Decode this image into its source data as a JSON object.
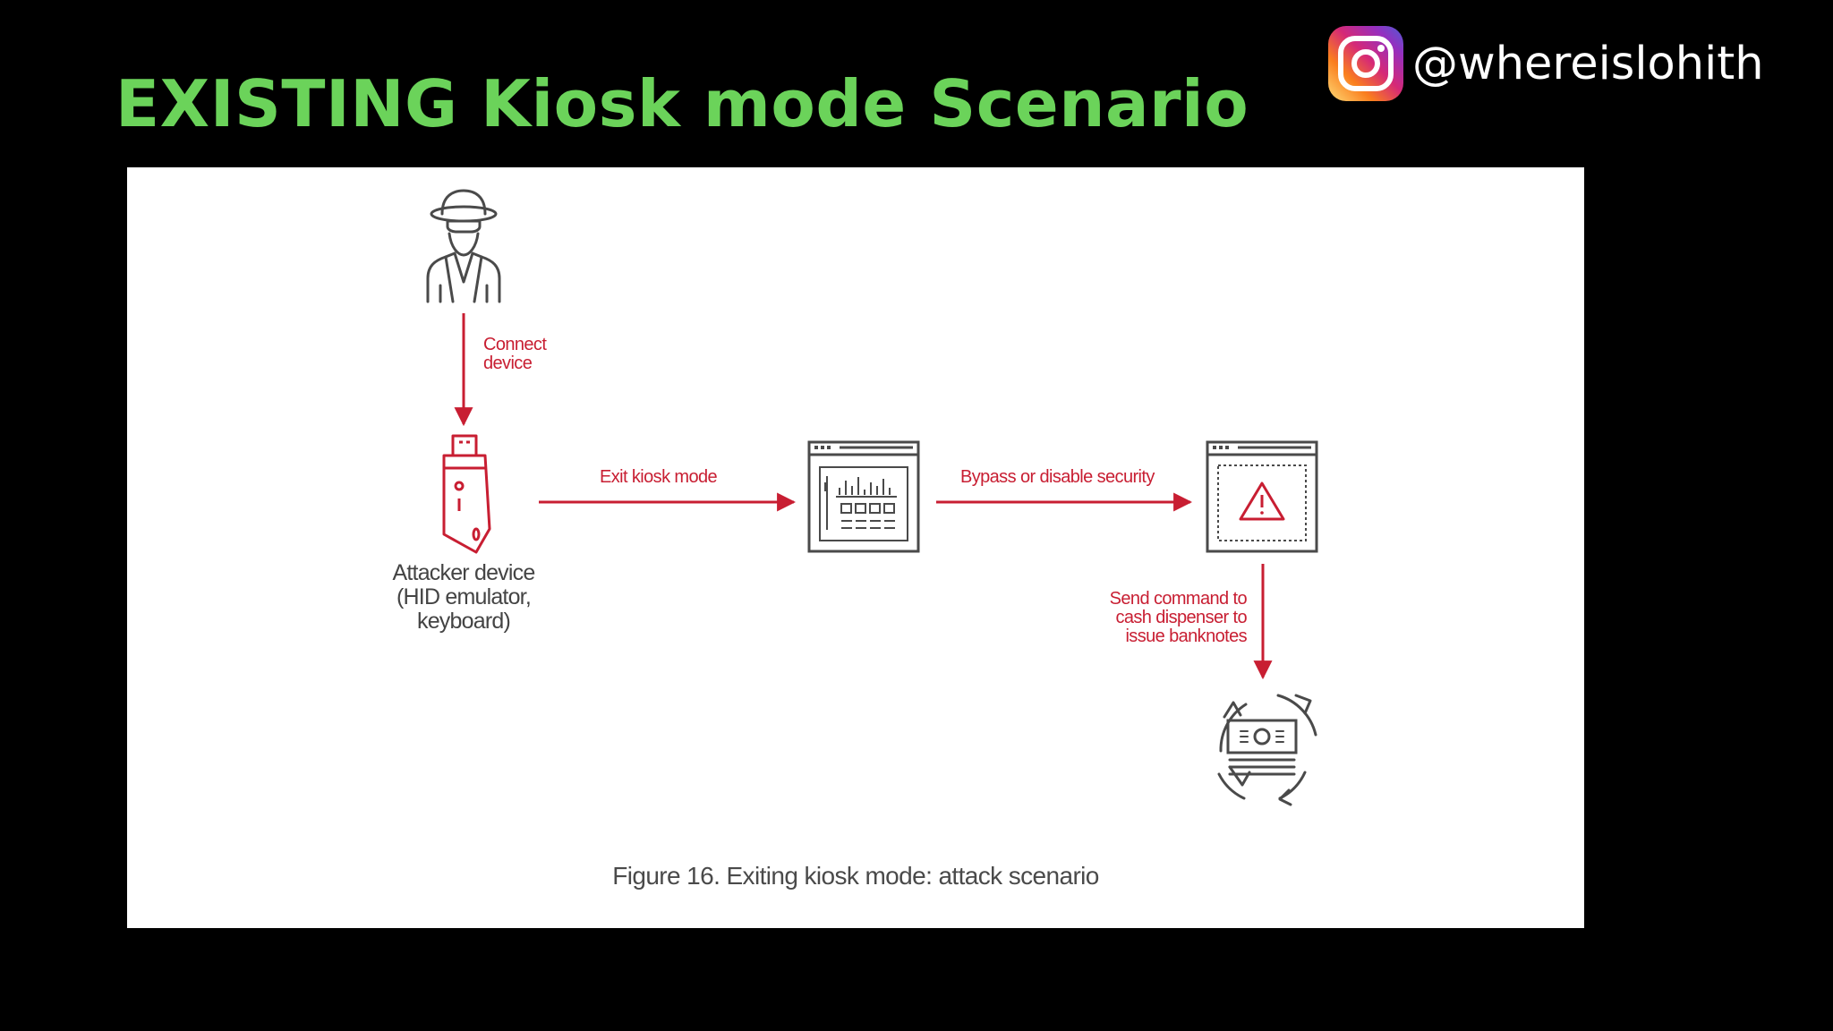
{
  "slide": {
    "title": "EXISTING Kiosk mode Scenario",
    "title_color": "#6bd35a",
    "background": "#000000"
  },
  "social": {
    "icon": "instagram-icon",
    "handle": "@whereislohith"
  },
  "diagram": {
    "accent_color": "#c81e32",
    "nodes": [
      {
        "id": "attacker",
        "icon": "spy-attacker-icon",
        "label": ""
      },
      {
        "id": "device",
        "icon": "usb-device-icon",
        "label_lines": [
          "Attacker device",
          "(HID emulator,",
          "keyboard)"
        ]
      },
      {
        "id": "kiosk",
        "icon": "kiosk-app-window-icon",
        "label": ""
      },
      {
        "id": "security",
        "icon": "warning-window-icon",
        "label": ""
      },
      {
        "id": "cash",
        "icon": "cash-dispenser-icon",
        "label": ""
      }
    ],
    "edges": [
      {
        "from": "attacker",
        "to": "device",
        "label_lines": [
          "Connect",
          "device"
        ]
      },
      {
        "from": "device",
        "to": "kiosk",
        "label": "Exit kiosk mode"
      },
      {
        "from": "kiosk",
        "to": "security",
        "label": "Bypass or disable security"
      },
      {
        "from": "security",
        "to": "cash",
        "label_lines": [
          "Send command to",
          "cash dispenser to",
          "issue banknotes"
        ]
      }
    ],
    "caption": "Figure 16. Exiting kiosk mode: attack scenario"
  }
}
